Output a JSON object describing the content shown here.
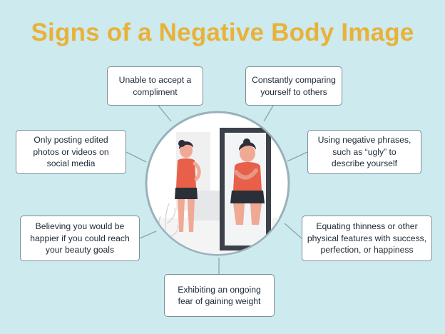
{
  "title": "Signs of a Negative Body Image",
  "colors": {
    "background": "#cdeaef",
    "title": "#e8b23a",
    "card_border": "#7b8f99",
    "connector": "#8fa3ab"
  },
  "signs": [
    "Unable to accept a\ncompliment",
    "Constantly comparing\nyourself to others",
    "Only posting edited\nphotos or videos on\nsocial media",
    "Using negative phrases,\nsuch as “ugly” to\ndescribe yourself",
    "Believing you would be\nhappier if you could reach\nyour beauty goals",
    "Equating thinness or other\nphysical features with success,\nperfection, or happiness",
    "Exhibiting an ongoing\nfear of gaining weight"
  ]
}
